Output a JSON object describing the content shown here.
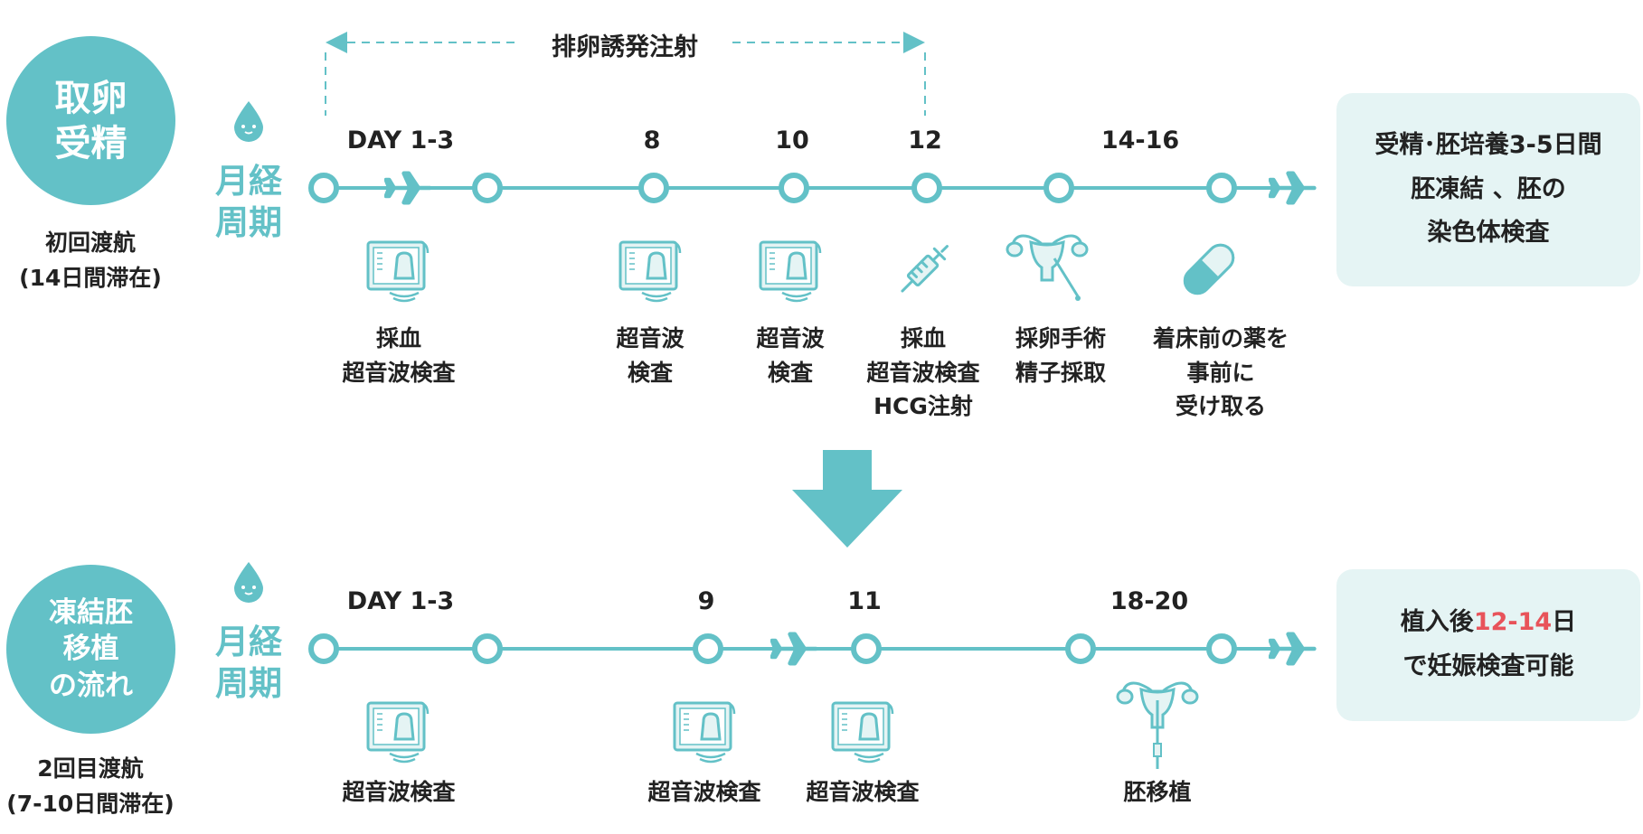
{
  "colors": {
    "accent": "#63c1c7",
    "accent_light": "#e5f4f4",
    "highlight": "#e8535a",
    "text": "#222222"
  },
  "section1": {
    "badge_lines": [
      "取卵",
      "受精"
    ],
    "trip_lines": [
      "初回渡航",
      "(14日間滞在)"
    ],
    "period_lines": [
      "月経",
      "周期"
    ],
    "injection_label": "排卵誘発注射",
    "days": [
      "DAY 1-3",
      "8",
      "10",
      "12",
      "14-16"
    ],
    "events": [
      {
        "icon": "ultrasound-monitor-icon",
        "lines": [
          "採血",
          "超音波検査"
        ]
      },
      {
        "icon": "ultrasound-monitor-icon",
        "lines": [
          "超音波",
          "検査"
        ]
      },
      {
        "icon": "ultrasound-monitor-icon",
        "lines": [
          "超音波",
          "検査"
        ]
      },
      {
        "icon": "syringe-icon",
        "lines": [
          "採血",
          "超音波検査",
          "HCG注射"
        ]
      },
      {
        "icon": "uterus-retrieval-icon",
        "lines": [
          "採卵手術",
          "精子採取"
        ]
      },
      {
        "icon": "pill-capsule-icon",
        "lines": [
          "着床前の薬を",
          "事前に",
          "受け取る"
        ]
      }
    ],
    "result_lines": [
      "受精･胚培養3-5日間",
      "胚凍結 、胚の",
      "染色体検査"
    ]
  },
  "section2": {
    "badge_lines": [
      "凍結胚",
      "移植",
      "の流れ"
    ],
    "trip_lines": [
      "2回目渡航",
      "(7-10日間滞在)"
    ],
    "period_lines": [
      "月経",
      "周期"
    ],
    "days": [
      "DAY 1-3",
      "9",
      "11",
      "18-20"
    ],
    "events": [
      {
        "icon": "ultrasound-monitor-icon",
        "lines": [
          "超音波検査"
        ]
      },
      {
        "icon": "ultrasound-monitor-icon",
        "lines": [
          "超音波検査"
        ]
      },
      {
        "icon": "ultrasound-monitor-icon",
        "lines": [
          "超音波検査"
        ]
      },
      {
        "icon": "uterus-transfer-icon",
        "lines": [
          "胚移植"
        ]
      }
    ],
    "result": {
      "prefix": "植入後",
      "highlight": "12-14",
      "suffix": "日",
      "line2": "で妊娠検査可能"
    }
  }
}
